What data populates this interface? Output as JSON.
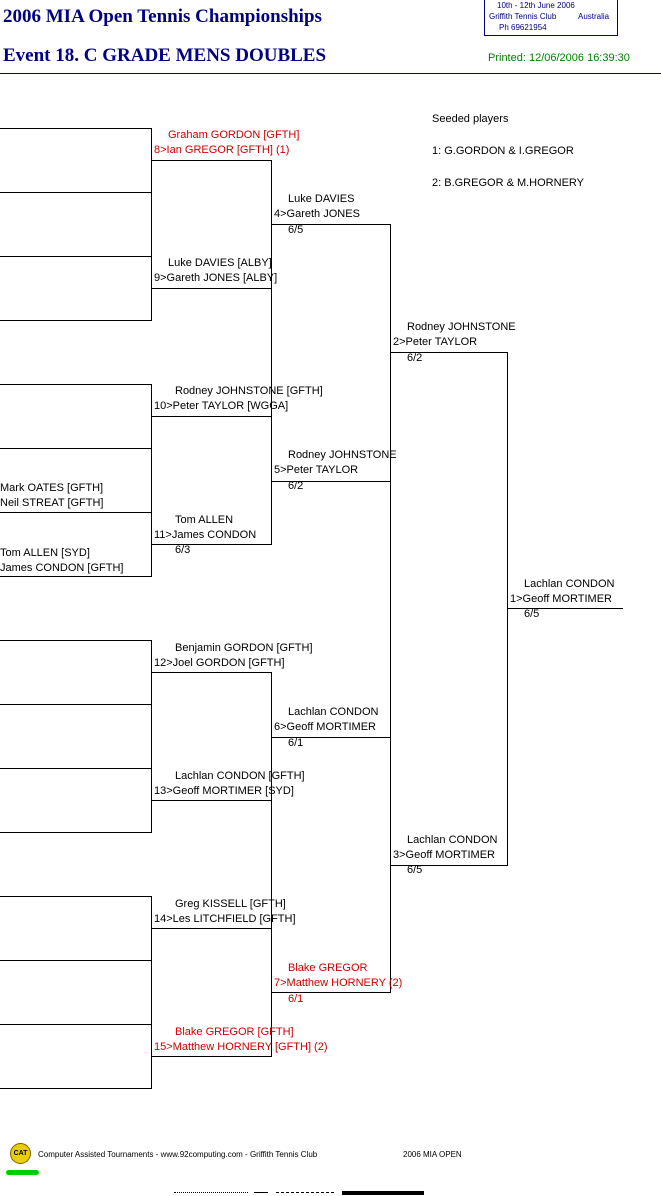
{
  "header": {
    "title": "2006 MIA Open Tennis Championships",
    "event": "Event 18. C GRADE MENS DOUBLES",
    "info_dates": "10th - 12th June 2006",
    "info_club": "Griffith Tennis Club",
    "info_country": "Australia",
    "info_phone": "Ph 69621954",
    "printed": "Printed: 12/06/2006 16:39:30"
  },
  "seeds": {
    "heading": "Seeded players",
    "s1": "1: G.GORDON & I.GREGOR",
    "s2": "2: B.GREGOR & M.HORNERY"
  },
  "round0": {
    "m4_p1": "Mark OATES [GFTH]",
    "m4_p2": "Neil STREAT [GFTH]",
    "m4_q1": "Tom ALLEN [SYD]",
    "m4_q2": "James CONDON [GFTH]"
  },
  "round1": {
    "m8_a": "Graham GORDON [GFTH]",
    "m8_b": "8>Ian GREGOR [GFTH] (1)",
    "m9_a": "Luke DAVIES [ALBY]",
    "m9_b": "9>Gareth JONES [ALBY]",
    "m10_a": "Rodney JOHNSTONE [GFTH]",
    "m10_b": "10>Peter TAYLOR [WGGA]",
    "m11_a": "Tom ALLEN",
    "m11_b": "11>James CONDON",
    "m11_s": "6/3",
    "m12_a": "Benjamin GORDON [GFTH]",
    "m12_b": "12>Joel GORDON [GFTH]",
    "m13_a": "Lachlan CONDON [GFTH]",
    "m13_b": "13>Geoff MORTIMER [SYD]",
    "m14_a": "Greg KISSELL [GFTH]",
    "m14_b": "14>Les LITCHFIELD [GFTH]",
    "m15_a": "Blake GREGOR [GFTH]",
    "m15_b": "15>Matthew HORNERY [GFTH] (2)"
  },
  "round2": {
    "m4_a": "Luke DAVIES",
    "m4_b": "4>Gareth JONES",
    "m4_s": "6/5",
    "m5_a": "Rodney JOHNSTONE",
    "m5_b": "5>Peter TAYLOR",
    "m5_s": "6/2",
    "m6_a": "Lachlan CONDON",
    "m6_b": "6>Geoff MORTIMER",
    "m6_s": "6/1",
    "m7_a": "Blake GREGOR",
    "m7_b": "7>Matthew HORNERY (2)",
    "m7_s": "6/1"
  },
  "round3": {
    "m2_a": "Rodney JOHNSTONE",
    "m2_b": "2>Peter TAYLOR",
    "m2_s": "6/2",
    "m3_a": "Lachlan CONDON",
    "m3_b": "3>Geoff MORTIMER",
    "m3_s": "6/5"
  },
  "final": {
    "m1_a": "Lachlan CONDON",
    "m1_b": "1>Geoff MORTIMER",
    "m1_s": "6/5"
  },
  "footer": {
    "logo": "CAT",
    "credit": "Computer Assisted Tournaments - www.92computing.com -  Griffith Tennis Club",
    "event": "2006 MIA OPEN"
  }
}
